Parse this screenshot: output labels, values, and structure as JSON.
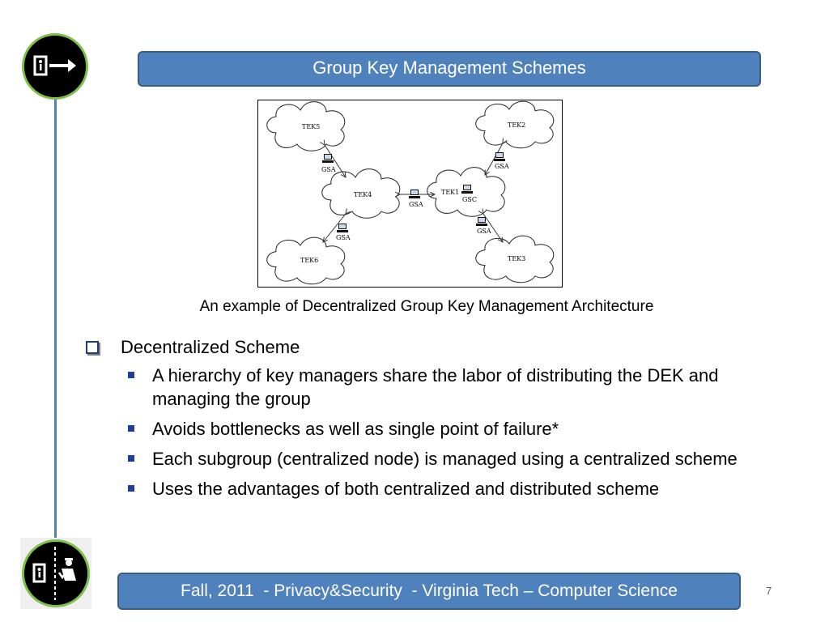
{
  "slide": {
    "title": "Group Key Management Schemes",
    "caption": "An example of Decentralized Group Key Management Architecture",
    "footer": "Fall, 2011  - Privacy&Security  - Virginia Tech – Computer Science",
    "page_number": "7"
  },
  "diagram": {
    "clouds": [
      "TEK5",
      "TEK2",
      "TEK4",
      "TEK1",
      "TEK6",
      "TEK3"
    ],
    "nodes": [
      "GSA",
      "GSA",
      "GSA",
      "GSC",
      "GSA",
      "GSA"
    ]
  },
  "bullets": {
    "main": "Decentralized Scheme",
    "items": [
      " A hierarchy of key managers share the labor of distributing the DEK and managing the group",
      " Avoids bottlenecks as well as single point of failure*",
      " Each subgroup (centralized node) is managed using a centralized scheme",
      " Uses the advantages of both centralized and distributed scheme"
    ]
  },
  "icons": {
    "top_logo": "exit-door-arrow-icon",
    "bottom_logo": "door-person-icon",
    "accent_color": "#4f81bd",
    "logo_ring_color": "#7ec04a"
  }
}
